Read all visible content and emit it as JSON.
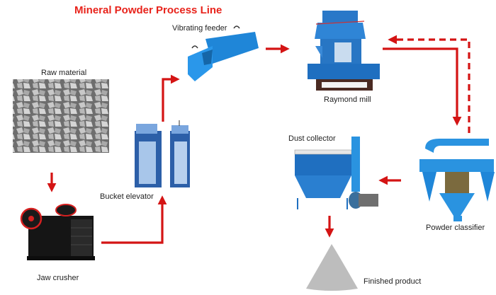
{
  "title": "Mineral Powder Process Line",
  "colors": {
    "title": "#e8231b",
    "arrow": "#d41414",
    "machine_blue": "#1e7fd0",
    "machine_dark": "#1a1a1a",
    "rock_gray": "#9a9a9a",
    "powder_gray": "#bdbdbd"
  },
  "stages": [
    {
      "id": "raw-material",
      "label": "Raw material",
      "icon": "rock-pile-icon"
    },
    {
      "id": "jaw-crusher",
      "label": "Jaw crusher",
      "icon": "jaw-crusher-icon"
    },
    {
      "id": "bucket-elevator",
      "label": "Bucket elevator",
      "icon": "bucket-elevator-icon"
    },
    {
      "id": "vibrating-feeder",
      "label": "Vibrating feeder",
      "icon": "vibrating-feeder-icon"
    },
    {
      "id": "raymond-mill",
      "label": "Raymond mill",
      "icon": "raymond-mill-icon"
    },
    {
      "id": "powder-classifier",
      "label": "Powder classifier",
      "icon": "powder-classifier-icon"
    },
    {
      "id": "dust-collector",
      "label": "Dust collector",
      "icon": "dust-collector-icon"
    },
    {
      "id": "finished-product",
      "label": "Finished product",
      "icon": "powder-pile-icon"
    }
  ],
  "flows": [
    {
      "from": "Raw material",
      "to": "Jaw crusher",
      "style": "solid"
    },
    {
      "from": "Jaw crusher",
      "to": "Bucket elevator",
      "style": "solid"
    },
    {
      "from": "Bucket elevator",
      "to": "Vibrating feeder",
      "style": "solid"
    },
    {
      "from": "Vibrating feeder",
      "to": "Raymond mill",
      "style": "solid"
    },
    {
      "from": "Raymond mill",
      "to": "Powder classifier",
      "style": "solid"
    },
    {
      "from": "Powder classifier",
      "to": "Raymond mill",
      "style": "dashed"
    },
    {
      "from": "Powder classifier",
      "to": "Dust collector",
      "style": "solid"
    },
    {
      "from": "Dust collector",
      "to": "Finished product",
      "style": "solid"
    }
  ]
}
